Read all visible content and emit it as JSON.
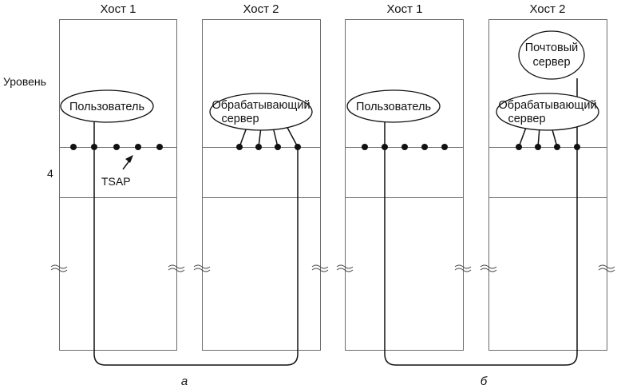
{
  "labels": {
    "level_line1": "Уровень",
    "level_line2": "4",
    "tsap": "TSAP",
    "subfig_a": "а",
    "subfig_b": "б"
  },
  "hosts": [
    {
      "title": "Хост 1"
    },
    {
      "title": "Хост 2"
    },
    {
      "title": "Хост 1"
    },
    {
      "title": "Хост 2"
    }
  ],
  "processes": {
    "user_a": "Пользователь",
    "server_a": [
      "Обрабатывающий",
      "сервер"
    ],
    "user_b": "Пользователь",
    "server_b": [
      "Обрабатывающий",
      "сервер"
    ],
    "mail_server": [
      "Почтовый",
      "сервер"
    ]
  },
  "colors": {
    "box_stroke": "#6b6b6b",
    "ink": "#111111"
  }
}
